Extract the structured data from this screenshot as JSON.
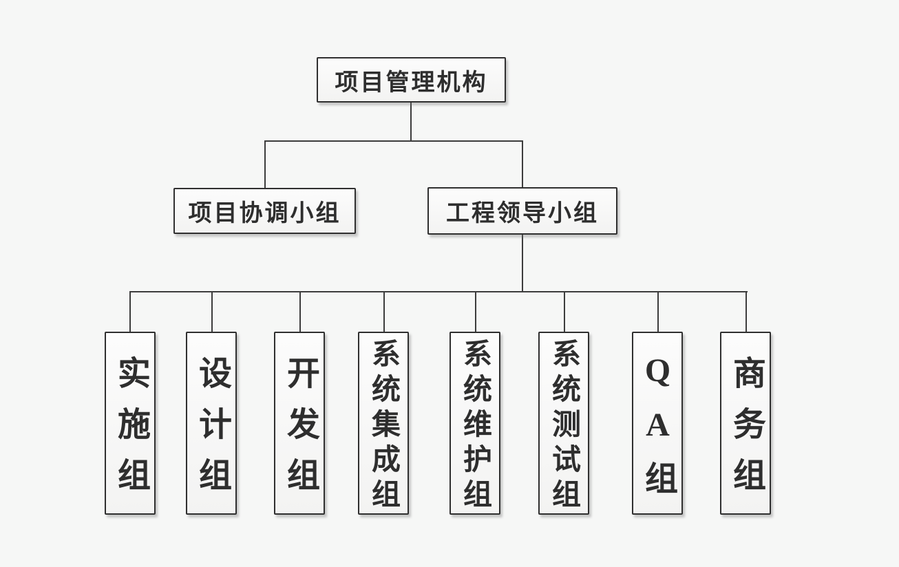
{
  "diagram": {
    "type": "org-chart",
    "root": {
      "label": "项目管理机构"
    },
    "level2": [
      {
        "label": "项目协调小组"
      },
      {
        "label": "工程领导小组"
      }
    ],
    "teams": [
      {
        "label": "实施组"
      },
      {
        "label": "设计组"
      },
      {
        "label": "开发组"
      },
      {
        "label": "系统集成组"
      },
      {
        "label": "系统维护组"
      },
      {
        "label": "系统测试组"
      },
      {
        "label": "QA组"
      },
      {
        "label": "商务组"
      }
    ],
    "colors": {
      "background": "#f6f7f6",
      "box_border": "#2f2f2f",
      "box_fill": "#f8f8f7",
      "connector": "#3c3c3c",
      "text": "#2e2e2e"
    }
  }
}
